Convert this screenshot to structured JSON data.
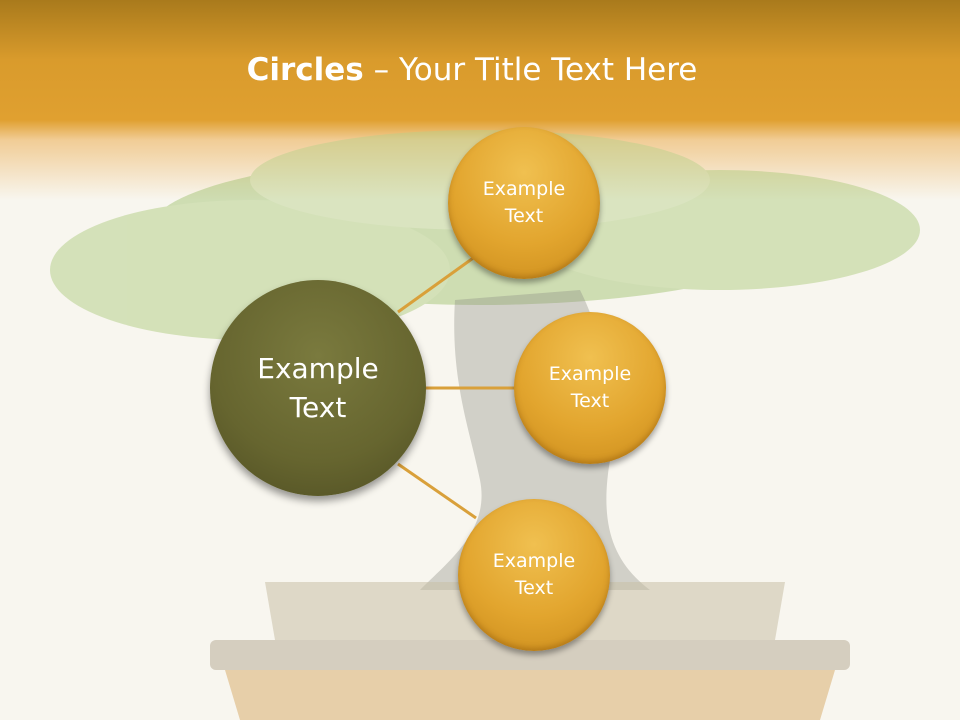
{
  "title": {
    "bold": "Circles",
    "rest": " – Your Title Text Here"
  },
  "center_node": {
    "label": "Example\nText"
  },
  "satellite_nodes": [
    {
      "label": "Example\nText"
    },
    {
      "label": "Example\nText"
    },
    {
      "label": "Example\nText"
    }
  ],
  "colors": {
    "header_band": "#e0a030",
    "satellite_fill": "#e2a52e",
    "center_fill": "#66652f",
    "connector": "#d9a03a",
    "background": "#f8f6ef"
  }
}
